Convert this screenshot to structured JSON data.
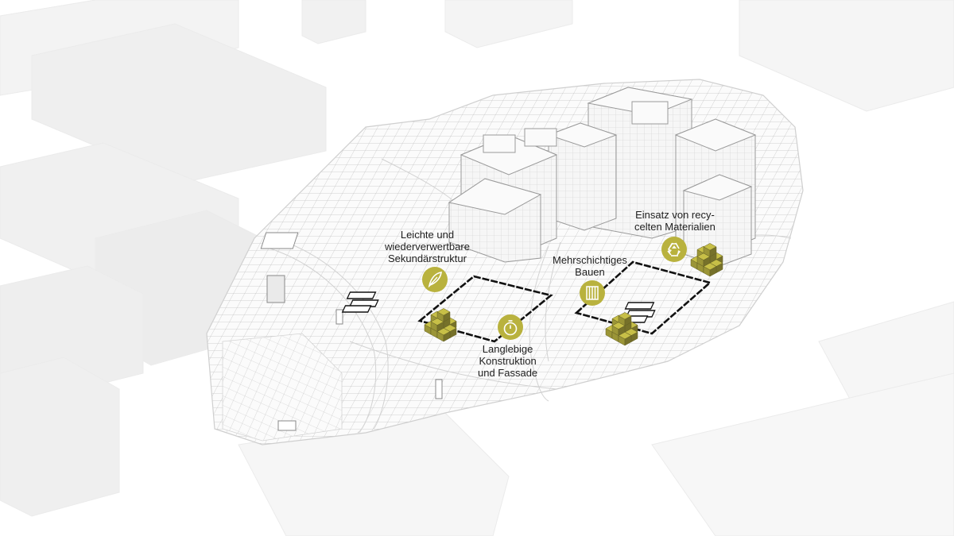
{
  "accent_color": "#b9b23e",
  "stack_color": "#a9a23c",
  "annotations": {
    "secondary_structure": {
      "lines": [
        "Leichte und",
        "wiederverwertbare",
        "Sekundärstruktur"
      ],
      "icon": "feather-icon"
    },
    "durable_construction": {
      "lines": [
        "Langlebige",
        "Konstruktion",
        "und Fassade"
      ],
      "icon": "stopwatch-icon"
    },
    "layered_building": {
      "lines": [
        "Mehrschichtiges",
        "Bauen"
      ],
      "icon": "layers-icon"
    },
    "recycled_materials": {
      "lines": [
        "Einsatz von recy-",
        "celten Materialien"
      ],
      "icon": "recycle-icon"
    }
  }
}
